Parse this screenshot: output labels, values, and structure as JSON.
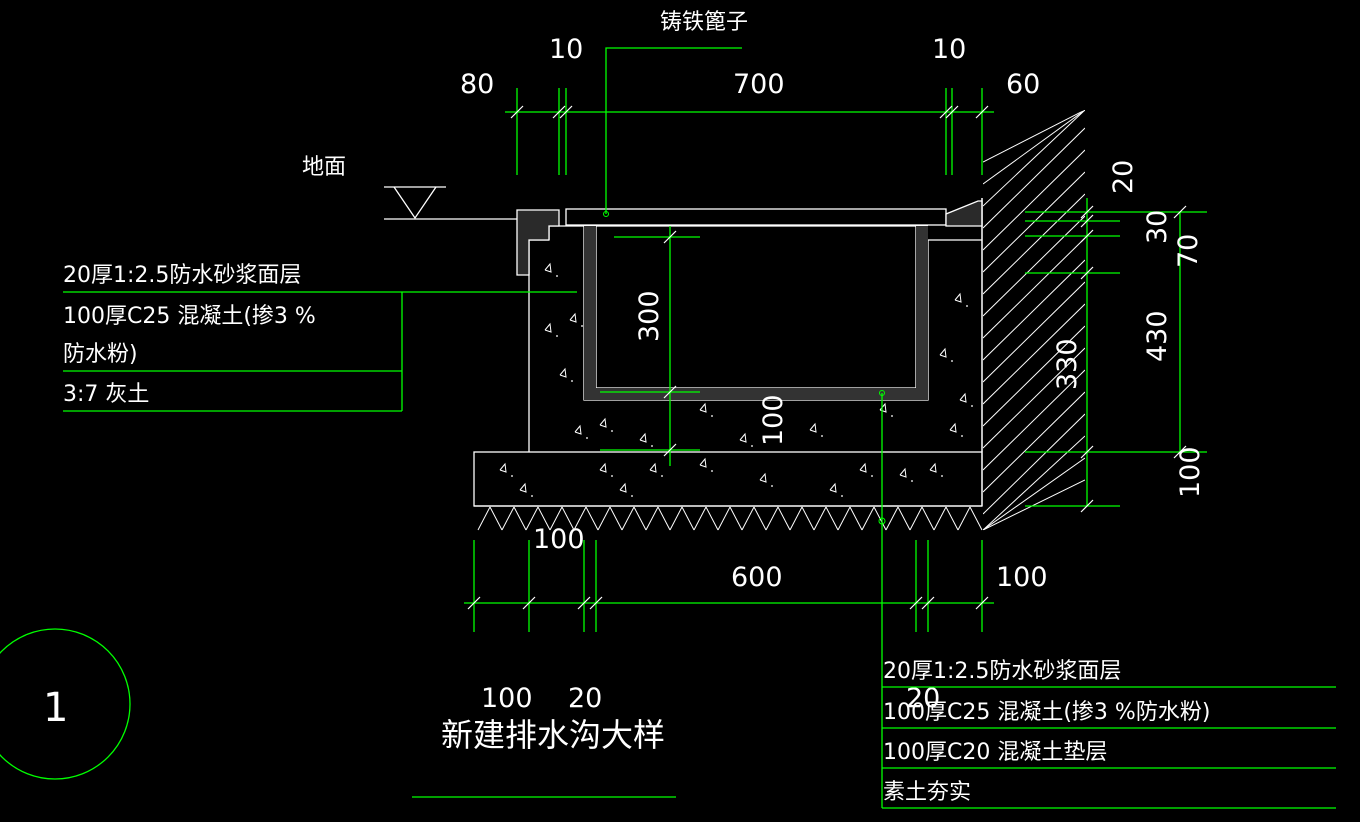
{
  "drawing": {
    "title": "新建排水沟大样",
    "detail_number": "1",
    "colors": {
      "background": "#000000",
      "dimension": "#00ff00",
      "outline": "#ffffff",
      "text": "#ffffff"
    }
  },
  "labels": {
    "grate": "铸铁篦子",
    "ground": "地面"
  },
  "dimensions": {
    "top": {
      "d80": "80",
      "d10a": "10",
      "d700": "700",
      "d10b": "10",
      "d60": "60"
    },
    "right": {
      "d20": "20",
      "d30": "30",
      "d70": "70",
      "d430": "430",
      "d330": "330",
      "d100": "100"
    },
    "inner": {
      "d300": "300",
      "d100": "100"
    },
    "bottom": {
      "d100a": "100",
      "d600": "600",
      "d100b": "100"
    },
    "lower": {
      "d100": "100",
      "d20a": "20",
      "d20b": "20"
    }
  },
  "left_legend": [
    "20厚1:2.5防水砂浆面层",
    "100厚C25 混凝土(掺3 %",
    "防水粉)",
    "3:7 灰土"
  ],
  "right_legend": [
    "20厚1:2.5防水砂浆面层",
    "100厚C25 混凝土(掺3 %防水粉)",
    "100厚C20 混凝土垫层",
    "素土夯实"
  ]
}
